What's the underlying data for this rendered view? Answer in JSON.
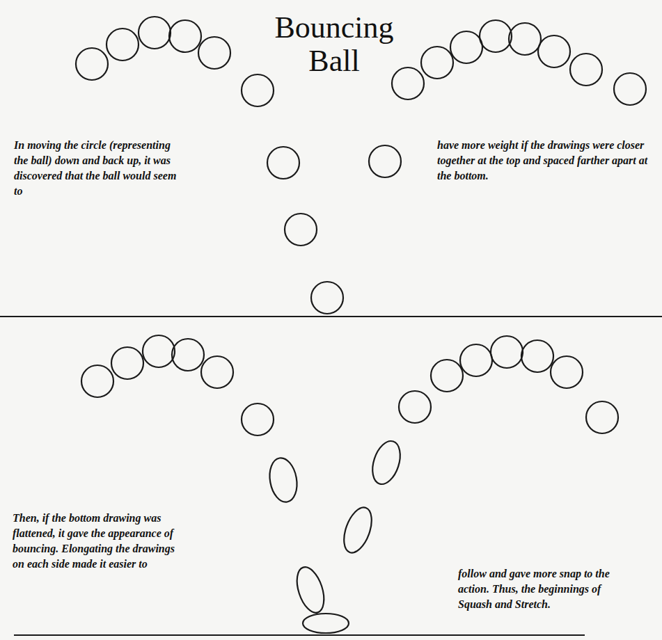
{
  "diagram": {
    "title": "Bouncing Ball",
    "labels": [
      "In moving the circle (representing the ball) down and back up, it was discovered that the ball would seem to",
      "have more weight if the drawings were closer together at the top and spaced farther apart at the bottom.",
      "Then, if the bottom drawing was flattened, it gave the appearance of bouncing. Elongating the drawings on each side made it easier to",
      "follow and gave more snap to the action. Thus, the beginnings of Squash and Stretch."
    ]
  }
}
